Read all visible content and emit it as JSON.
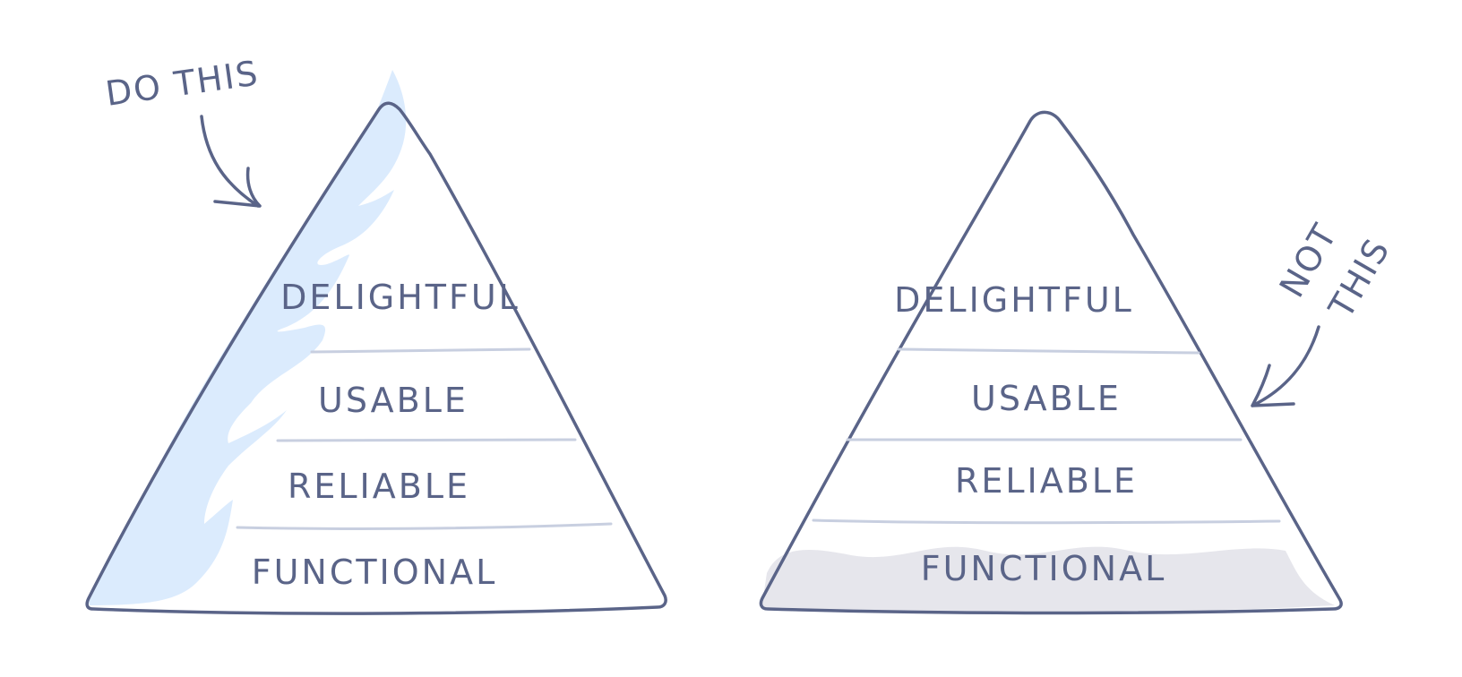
{
  "colors": {
    "stroke": "#5a6488",
    "highlight": "#dbebfd",
    "divider": "#c8cfe0",
    "base_fill": "#e6e6ec"
  },
  "left": {
    "annotation": "DO THIS",
    "layers": [
      "DELIGHTFUL",
      "USABLE",
      "RELIABLE",
      "FUNCTIONAL"
    ]
  },
  "right": {
    "annotation_line1": "NOT",
    "annotation_line2": "THIS",
    "layers": [
      "DELIGHTFUL",
      "USABLE",
      "RELIABLE",
      "FUNCTIONAL"
    ]
  }
}
